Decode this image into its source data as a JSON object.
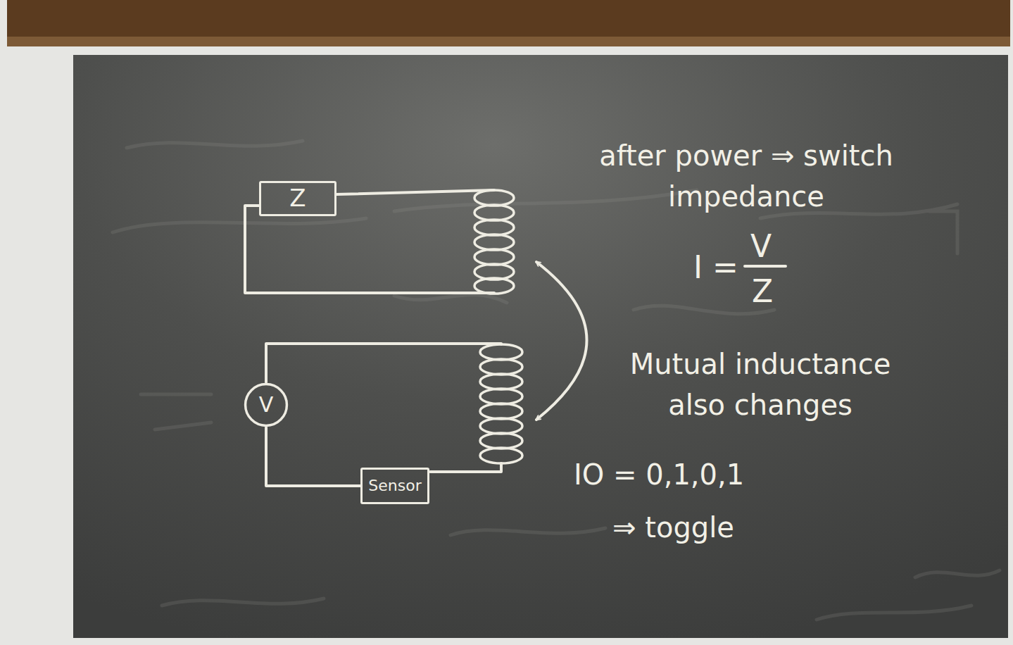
{
  "diagram": {
    "nodes": [
      {
        "text": [
          "Z"
        ]
      },
      {
        "text": [
          "V"
        ]
      },
      {
        "text": [
          "Sensor"
        ]
      }
    ],
    "edges": [
      {
        "from": 1,
        "to": 2,
        "arrow": "none"
      }
    ],
    "labels": [
      "after power ⇒ switch impedance",
      "I =",
      "V",
      "Z",
      "Mutual inductance also changes",
      "IO = 0,1,0,1",
      "⇒ toggle"
    ]
  }
}
